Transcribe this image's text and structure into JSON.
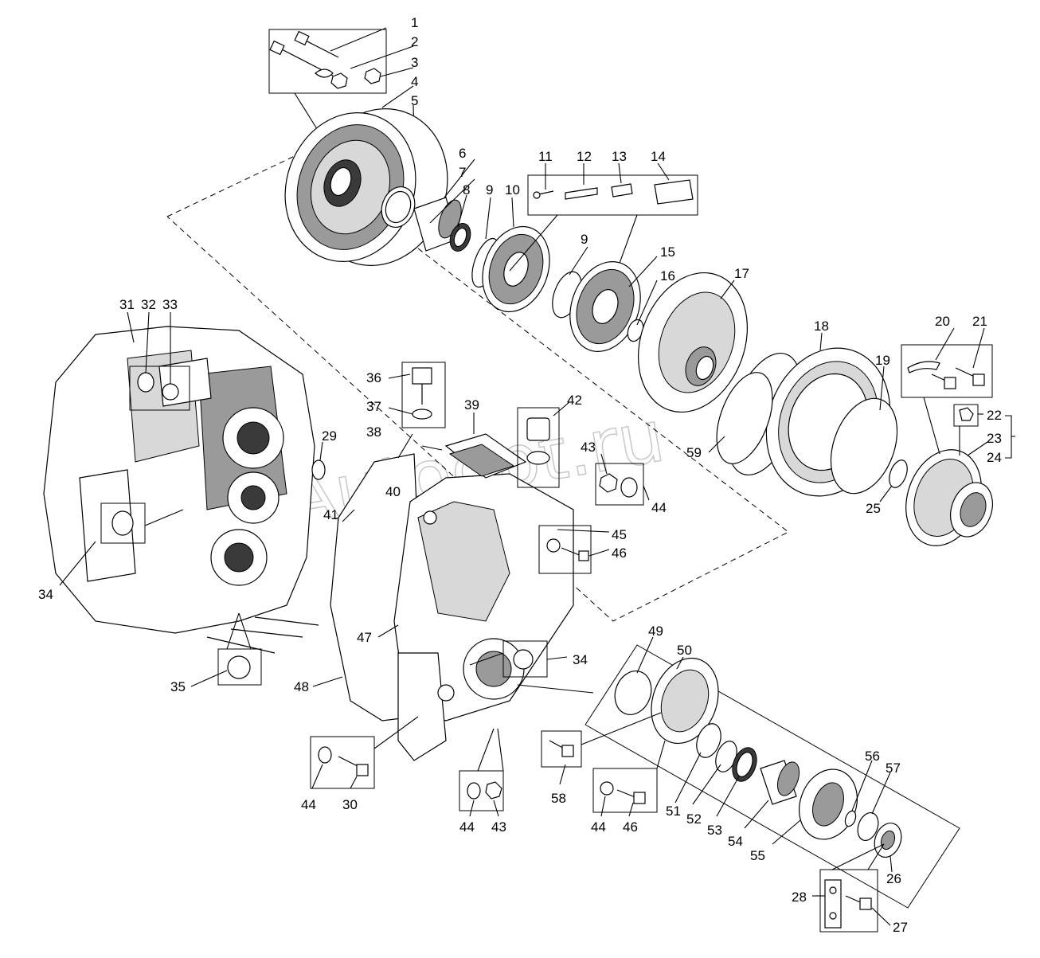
{
  "watermark": "Autoopt.ru",
  "labels": {
    "l1": "1",
    "l2": "2",
    "l3": "3",
    "l4": "4",
    "l5": "5",
    "l6": "6",
    "l7": "7",
    "l8": "8",
    "l9a": "9",
    "l9b": "9",
    "l10": "10",
    "l11": "11",
    "l12": "12",
    "l13": "13",
    "l14": "14",
    "l15": "15",
    "l16": "16",
    "l17": "17",
    "l18": "18",
    "l19": "19",
    "l20": "20",
    "l21": "21",
    "l22": "22",
    "l23": "23",
    "l24": "24",
    "l25": "25",
    "l26": "26",
    "l27": "27",
    "l28": "28",
    "l29": "29",
    "l30": "30",
    "l31": "31",
    "l32": "32",
    "l33": "33",
    "l34a": "34",
    "l34b": "34",
    "l35": "35",
    "l36": "36",
    "l37": "37",
    "l38": "38",
    "l39": "39",
    "l40": "40",
    "l41": "41",
    "l42": "42",
    "l43a": "43",
    "l43b": "43",
    "l44a": "44",
    "l44b": "44",
    "l44c": "44",
    "l44d": "44",
    "l45": "45",
    "l46a": "46",
    "l46b": "46",
    "l47": "47",
    "l48": "48",
    "l49": "49",
    "l50": "50",
    "l51": "51",
    "l52": "52",
    "l53": "53",
    "l54": "54",
    "l55": "55",
    "l56": "56",
    "l57": "57",
    "l58": "58",
    "l59": "59"
  }
}
